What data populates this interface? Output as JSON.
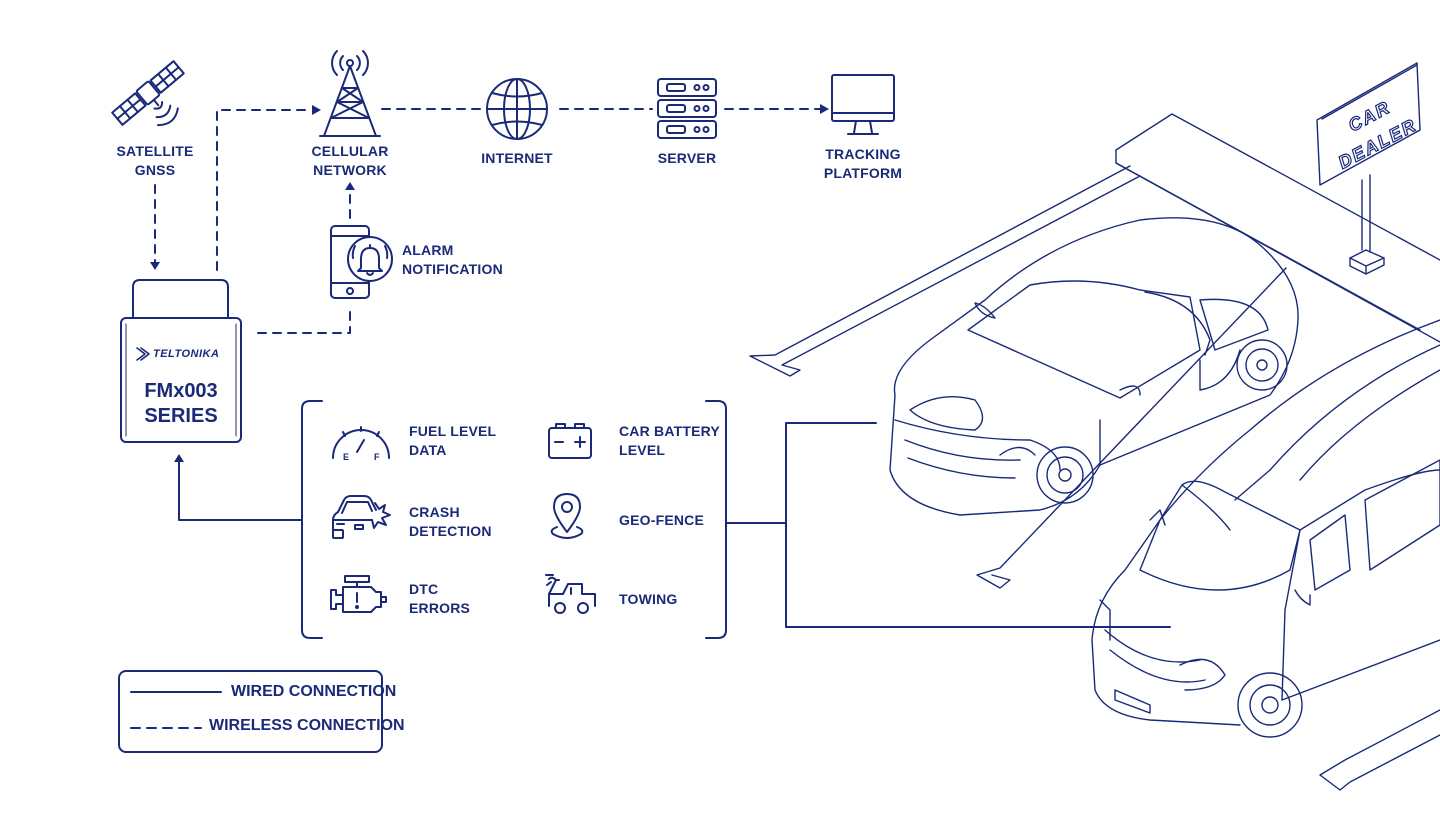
{
  "colors": {
    "ink": "#1a2a78",
    "background": "#ffffff"
  },
  "nodes": {
    "satellite": {
      "line1": "SATELLITE",
      "line2": "GNSS",
      "icon": "satellite-icon"
    },
    "cellular": {
      "line1": "CELLULAR",
      "line2": "NETWORK",
      "icon": "cell-tower-icon"
    },
    "internet": {
      "line1": "INTERNET",
      "icon": "globe-icon"
    },
    "server": {
      "line1": "SERVER",
      "icon": "server-icon"
    },
    "tracking": {
      "line1": "TRACKING",
      "line2": "PLATFORM",
      "icon": "monitor-icon"
    },
    "alarm": {
      "line1": "ALARM",
      "line2": "NOTIFICATION",
      "icon": "phone-alarm-icon"
    }
  },
  "device": {
    "brand": "TELTONIKA",
    "line1": "FMx003",
    "line2": "SERIES"
  },
  "features": [
    {
      "line1": "FUEL LEVEL",
      "line2": "DATA",
      "icon": "fuel-gauge-icon"
    },
    {
      "line1": "CAR BATTERY",
      "line2": "LEVEL",
      "icon": "battery-icon"
    },
    {
      "line1": "CRASH",
      "line2": "DETECTION",
      "icon": "crash-car-icon"
    },
    {
      "line1": "GEO-FENCE",
      "line2": "",
      "icon": "location-pin-icon"
    },
    {
      "line1": "DTC",
      "line2": "ERRORS",
      "icon": "engine-icon"
    },
    {
      "line1": "TOWING",
      "line2": "",
      "icon": "tow-truck-icon"
    }
  ],
  "gauge": {
    "empty": "E",
    "full": "F"
  },
  "legend": {
    "wired": "WIRED CONNECTION",
    "wireless": "WIRELESS CONNECTION"
  },
  "sign": {
    "line1": "CAR",
    "line2": "DEALER"
  }
}
